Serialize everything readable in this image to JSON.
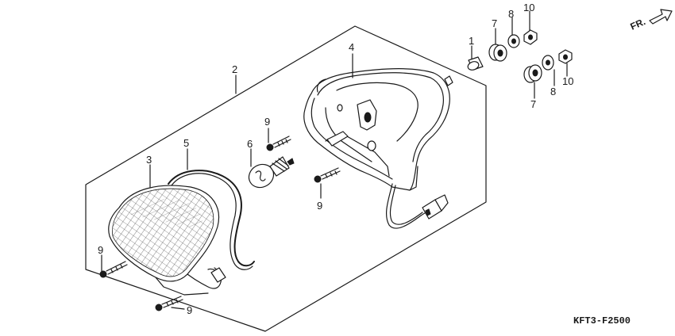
{
  "labels": {
    "l1": "1",
    "l2": "2",
    "l3": "3",
    "l4": "4",
    "l5": "5",
    "l6": "6",
    "l7a": "7",
    "l7b": "7",
    "l8a": "8",
    "l8b": "8",
    "l9a": "9",
    "l9b": "9",
    "l9c": "9",
    "l9d": "9",
    "l10a": "10",
    "l10b": "10"
  },
  "front_indicator": "FR.",
  "diagram_code": "KFT3-F2500"
}
